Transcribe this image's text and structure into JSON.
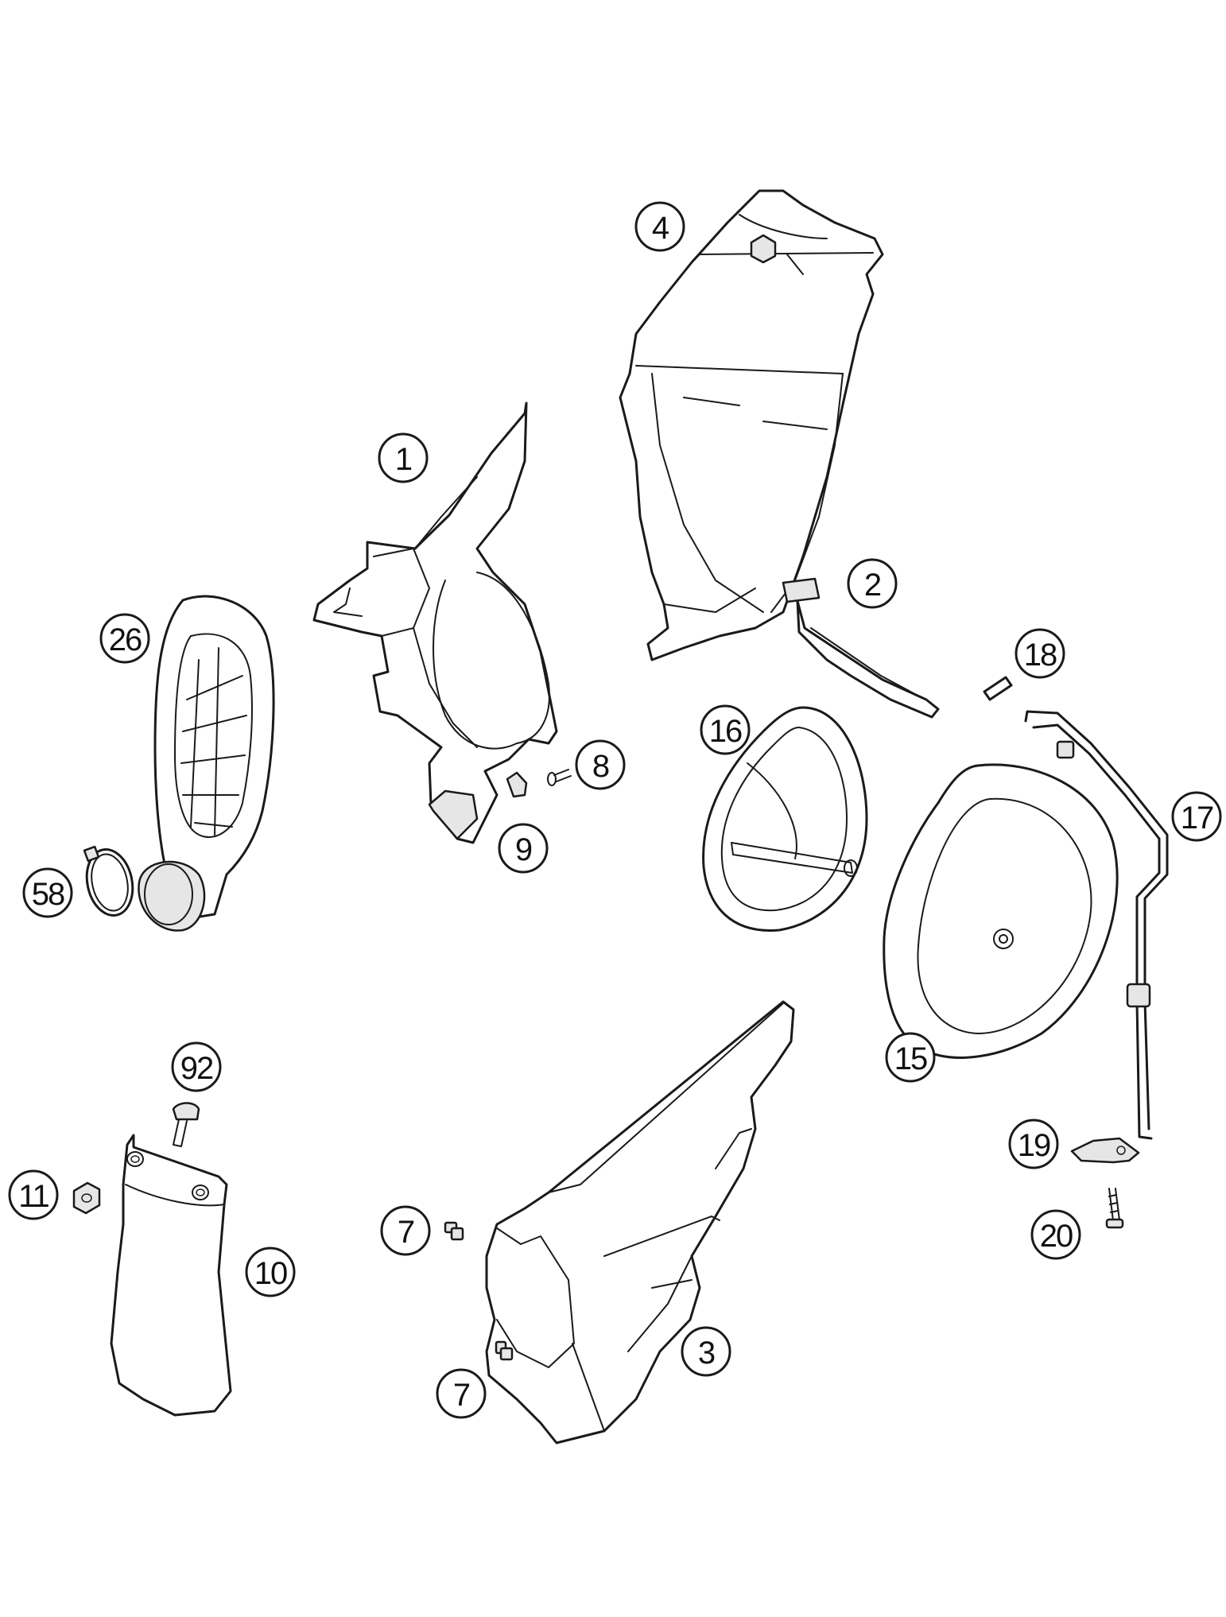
{
  "callouts": [
    {
      "id": "4",
      "label": "4"
    },
    {
      "id": "1",
      "label": "1"
    },
    {
      "id": "2",
      "label": "2"
    },
    {
      "id": "26",
      "label": "26"
    },
    {
      "id": "18",
      "label": "18"
    },
    {
      "id": "16",
      "label": "16"
    },
    {
      "id": "8",
      "label": "8"
    },
    {
      "id": "17",
      "label": "17"
    },
    {
      "id": "9",
      "label": "9"
    },
    {
      "id": "58",
      "label": "58"
    },
    {
      "id": "15",
      "label": "15"
    },
    {
      "id": "92",
      "label": "92"
    },
    {
      "id": "19",
      "label": "19"
    },
    {
      "id": "11",
      "label": "11"
    },
    {
      "id": "7a",
      "label": "7"
    },
    {
      "id": "10",
      "label": "10"
    },
    {
      "id": "20",
      "label": "20"
    },
    {
      "id": "3",
      "label": "3"
    },
    {
      "id": "7b",
      "label": "7"
    }
  ]
}
